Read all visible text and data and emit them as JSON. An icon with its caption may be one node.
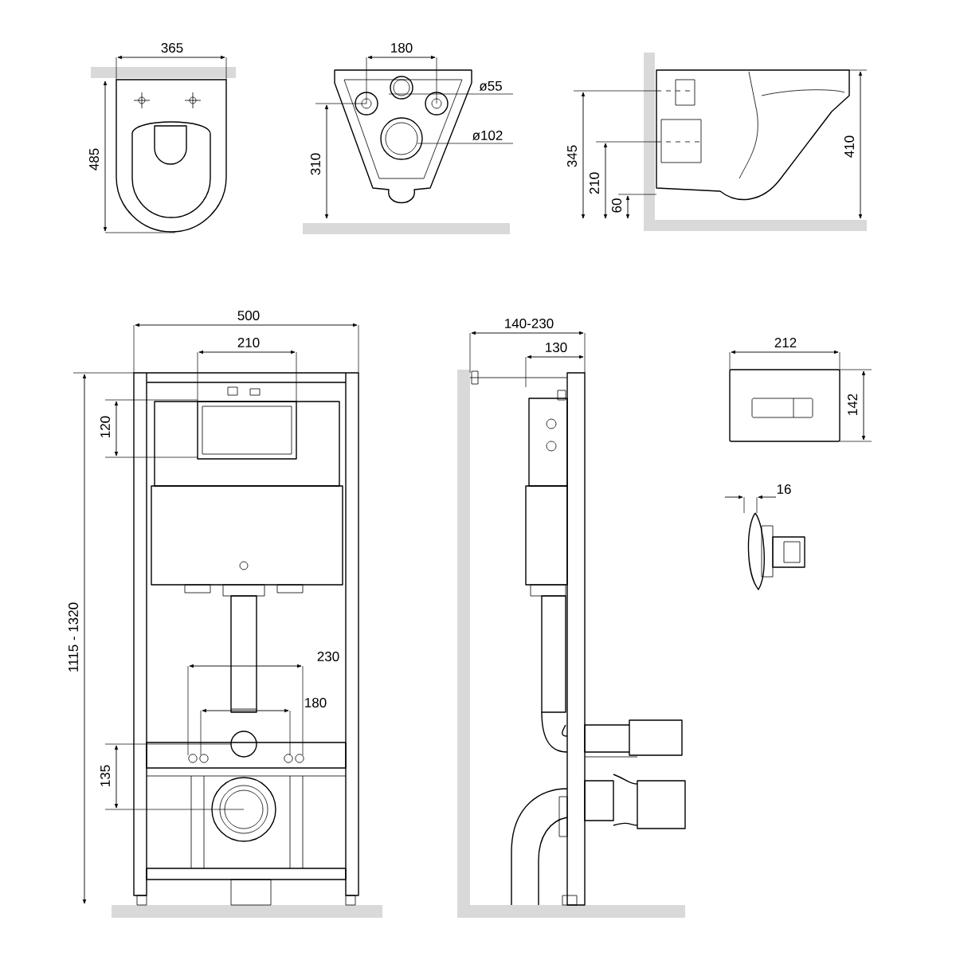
{
  "diagram": {
    "labels": [
      "365",
      "180",
      "ø55",
      "ø102",
      "485",
      "310",
      "345",
      "210",
      "60",
      "410",
      "500",
      "210",
      "120",
      "1115 - 1320",
      "230",
      "180",
      "135",
      "140-230",
      "130",
      "212",
      "142",
      "16"
    ]
  }
}
